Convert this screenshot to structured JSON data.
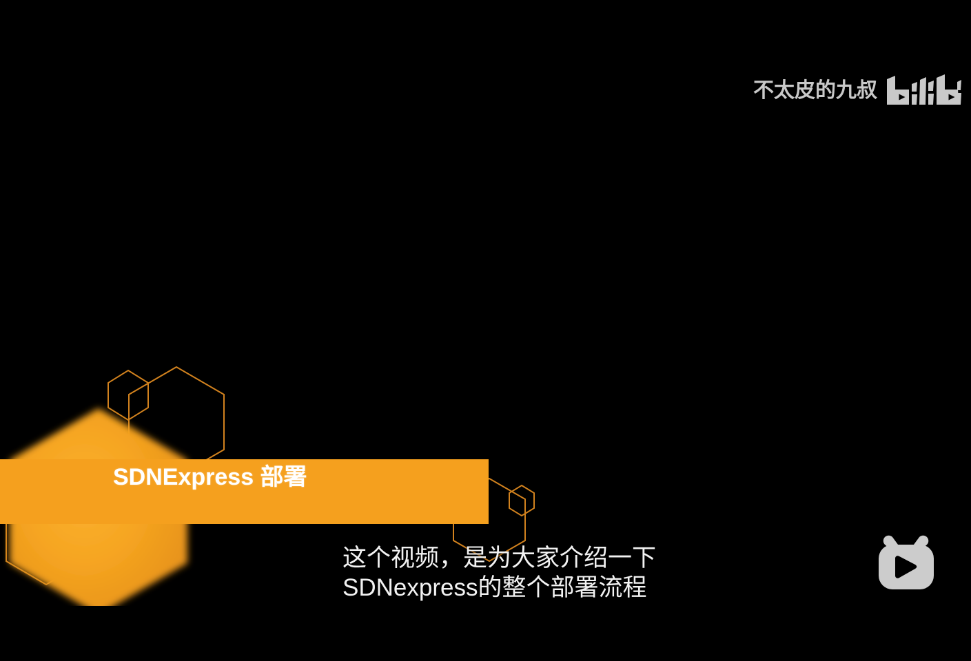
{
  "theme": {
    "background": "#000000",
    "accent_orange": "#f5a01e",
    "hex_outline": "#d2821e",
    "title_text_color": "#ffffff",
    "subtitle_color": "#f2f2f2",
    "watermark_color": "#c9c9c9"
  },
  "watermark": {
    "channel_name": "不太皮的九叔",
    "brand": "bilibili",
    "logo_icon": "bilibili-wordmark-icon"
  },
  "slide": {
    "title": "SDNExpress 部署",
    "hexagon_decoration_icon": "hexagon-cluster-icon"
  },
  "subtitles": {
    "lines": [
      "这个视频，是为大家介绍一下",
      "SDNexpress的整个部署流程"
    ]
  },
  "player_badge": {
    "icon": "bilibili-tv-play-icon"
  }
}
